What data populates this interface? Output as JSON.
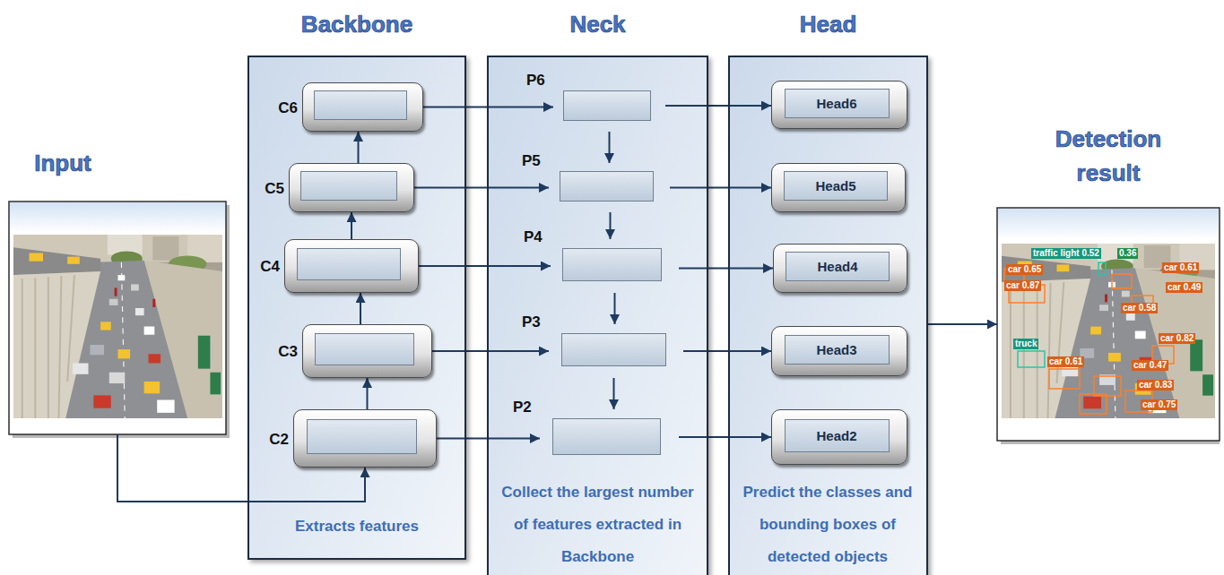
{
  "diagram": {
    "nodes": [
      {
        "text": [
          "Input"
        ]
      },
      {
        "text": [
          "Backbone",
          "Extracts features"
        ]
      },
      {
        "text": [
          "C6"
        ],
        "in": 1
      },
      {
        "text": [
          "C5"
        ],
        "in": 1
      },
      {
        "text": [
          "C4"
        ],
        "in": 1
      },
      {
        "text": [
          "C3"
        ],
        "in": 1
      },
      {
        "text": [
          "C2"
        ],
        "in": 1
      },
      {
        "text": [
          "Neck",
          "Collect the largest number of features extracted in Backbone"
        ]
      },
      {
        "text": [
          "P6"
        ],
        "in": 7
      },
      {
        "text": [
          "P5"
        ],
        "in": 7
      },
      {
        "text": [
          "P4"
        ],
        "in": 7
      },
      {
        "text": [
          "P3"
        ],
        "in": 7
      },
      {
        "text": [
          "P2"
        ],
        "in": 7
      },
      {
        "text": [
          "Head",
          "Predict the classes and bounding boxes of detected objects"
        ]
      },
      {
        "text": [
          "Head6"
        ],
        "in": 13
      },
      {
        "text": [
          "Head5"
        ],
        "in": 13
      },
      {
        "text": [
          "Head4"
        ],
        "in": 13
      },
      {
        "text": [
          "Head3"
        ],
        "in": 13
      },
      {
        "text": [
          "Head2"
        ],
        "in": 13
      },
      {
        "text": [
          "Detection result"
        ]
      }
    ],
    "edges": [
      {
        "from": 0,
        "to": 6,
        "arrow": "to"
      },
      {
        "from": 6,
        "to": 5,
        "arrow": "to"
      },
      {
        "from": 5,
        "to": 4,
        "arrow": "to"
      },
      {
        "from": 4,
        "to": 3,
        "arrow": "to"
      },
      {
        "from": 3,
        "to": 2,
        "arrow": "to"
      },
      {
        "from": 2,
        "to": 8,
        "arrow": "to"
      },
      {
        "from": 3,
        "to": 9,
        "arrow": "to"
      },
      {
        "from": 4,
        "to": 10,
        "arrow": "to"
      },
      {
        "from": 5,
        "to": 11,
        "arrow": "to"
      },
      {
        "from": 6,
        "to": 12,
        "arrow": "to"
      },
      {
        "from": 8,
        "to": 9,
        "arrow": "to"
      },
      {
        "from": 9,
        "to": 10,
        "arrow": "to"
      },
      {
        "from": 10,
        "to": 11,
        "arrow": "to"
      },
      {
        "from": 11,
        "to": 12,
        "arrow": "to"
      },
      {
        "from": 8,
        "to": 14,
        "arrow": "to"
      },
      {
        "from": 9,
        "to": 15,
        "arrow": "to"
      },
      {
        "from": 10,
        "to": 16,
        "arrow": "to"
      },
      {
        "from": 11,
        "to": 17,
        "arrow": "to"
      },
      {
        "from": 12,
        "to": 18,
        "arrow": "to"
      },
      {
        "from": 13,
        "to": 19,
        "arrow": "to"
      }
    ],
    "labels": [
      "traffic light 0.52",
      "0.36",
      "car 0.65",
      "car 0.61",
      "car 0.87",
      "car 0.49",
      "car 0.58",
      "car 0.82",
      "truck",
      "car 0.61",
      "car 0.47",
      "car 0.83",
      "car 0.75"
    ]
  }
}
